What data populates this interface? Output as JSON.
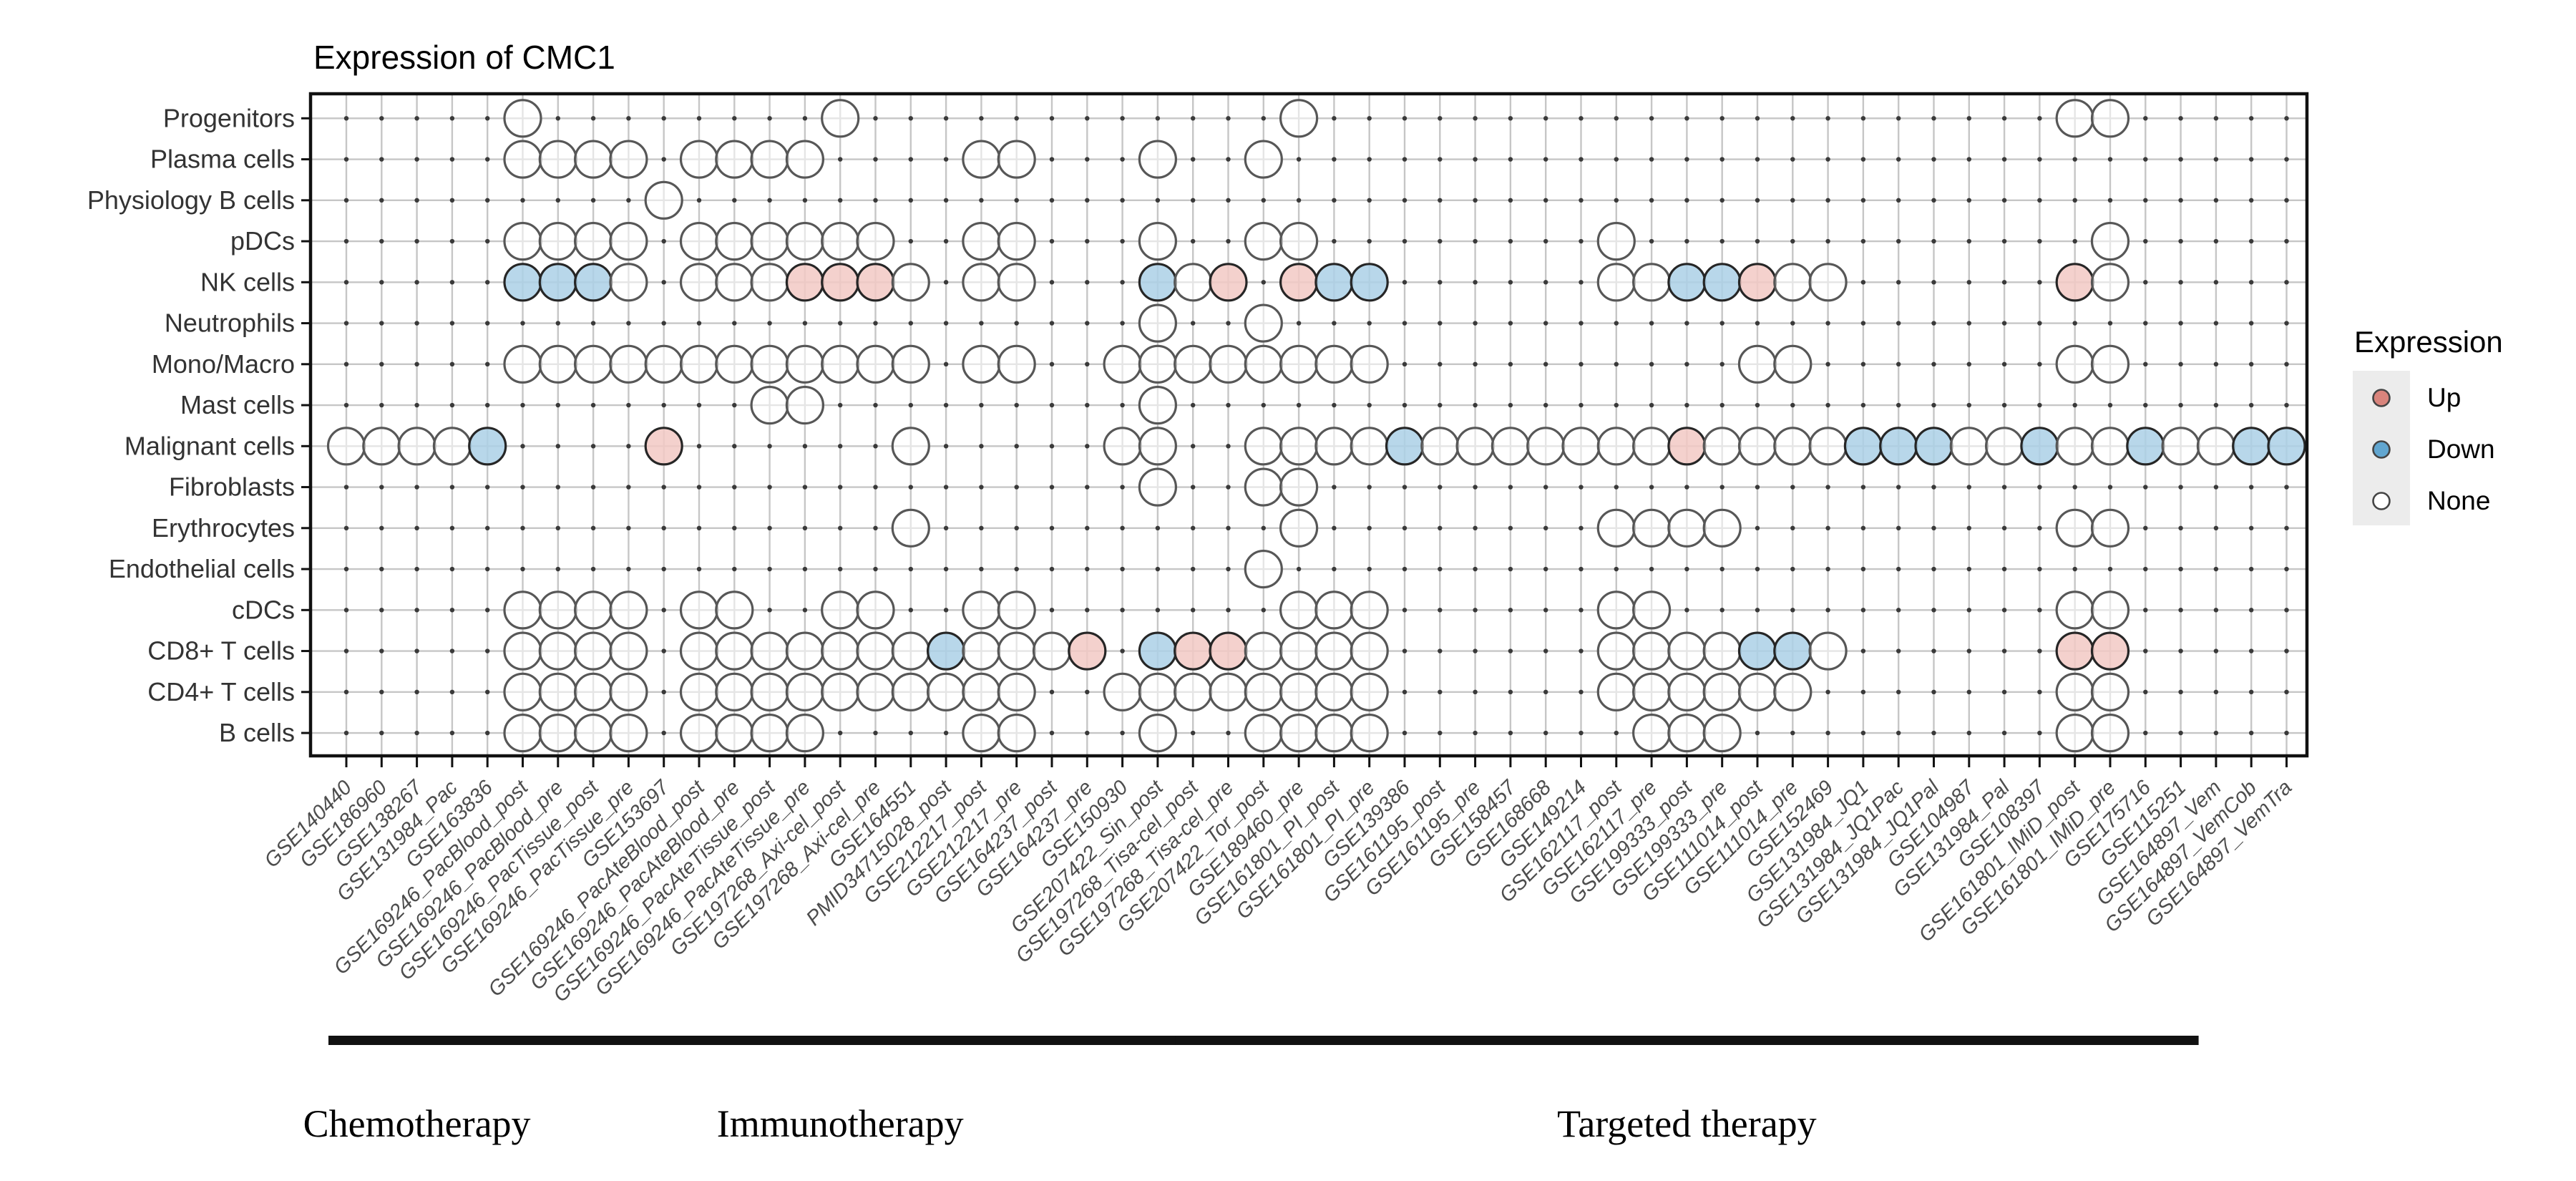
{
  "title": "Expression of CMC1",
  "legend": {
    "title": "Expression",
    "items": [
      {
        "label": "Up",
        "value": "u",
        "color": "#d9847c"
      },
      {
        "label": "Down",
        "value": "d",
        "color": "#61a6d0"
      },
      {
        "label": "None",
        "value": "n",
        "color": "#ffffff"
      }
    ]
  },
  "groups": [
    {
      "label": "Chemotherapy",
      "from": 1,
      "to": 5
    },
    {
      "label": "Immunotherapy",
      "from": 6,
      "to": 24
    },
    {
      "label": "Targeted therapy",
      "from": 25,
      "to": 53
    }
  ],
  "chart_data": {
    "type": "heatmap",
    "subtype": "dot-matrix",
    "state_labels": {
      "n": "None",
      "u": "Up",
      "d": "Down"
    },
    "rows": [
      "Progenitors",
      "Plasma cells",
      "Physiology B cells",
      "pDCs",
      "NK cells",
      "Neutrophils",
      "Mono/Macro",
      "Mast cells",
      "Malignant cells",
      "Fibroblasts",
      "Erythrocytes",
      "Endothelial cells",
      "cDCs",
      "CD8+ T cells",
      "CD4+ T cells",
      "B cells"
    ],
    "cols": [
      "GSE140440",
      "GSE186960",
      "GSE138267",
      "GSE131984_Pac",
      "GSE163836",
      "GSE169246_PacBlood_post",
      "GSE169246_PacBlood_pre",
      "GSE169246_PacTissue_post",
      "GSE169246_PacTissue_pre",
      "GSE153697",
      "GSE169246_PacAteBlood_post",
      "GSE169246_PacAteBlood_pre",
      "GSE169246_PacAteTissue_post",
      "GSE169246_PacAteTissue_pre",
      "GSE197268_Axi-cel_post",
      "GSE197268_Axi-cel_pre",
      "GSE164551",
      "PMID34715028_post",
      "GSE212217_post",
      "GSE212217_pre",
      "GSE164237_post",
      "GSE164237_pre",
      "GSE150930",
      "GSE207422_Sin_post",
      "GSE197268_Tisa-cel_post",
      "GSE197268_Tisa-cel_pre",
      "GSE207422_Tor_post",
      "GSE189460_pre",
      "GSE161801_PI_post",
      "GSE161801_PI_pre",
      "GSE139386",
      "GSE161195_post",
      "GSE161195_pre",
      "GSE158457",
      "GSE168668",
      "GSE149214",
      "GSE162117_post",
      "GSE162117_pre",
      "GSE199333_post",
      "GSE199333_pre",
      "GSE111014_post",
      "GSE111014_pre",
      "GSE152469",
      "GSE131984_JQ1",
      "GSE131984_JQ1Pac",
      "GSE131984_JQ1Pal",
      "GSE104987",
      "GSE131984_Pal",
      "GSE108397",
      "GSE161801_IMiD_post",
      "GSE161801_IMiD_pre",
      "GSE175716",
      "GSE115251",
      "GSE164897_Vem",
      "GSE164897_VemCob",
      "GSE164897_VemTra"
    ],
    "matrix": [
      {
        "row": "Progenitors",
        "cells": [
          [
            6,
            "n"
          ],
          [
            15,
            "n"
          ],
          [
            28,
            "n"
          ],
          [
            50,
            "n"
          ],
          [
            51,
            "n"
          ]
        ]
      },
      {
        "row": "Plasma cells",
        "cells": [
          [
            6,
            "n"
          ],
          [
            7,
            "n"
          ],
          [
            8,
            "n"
          ],
          [
            9,
            "n"
          ],
          [
            11,
            "n"
          ],
          [
            12,
            "n"
          ],
          [
            13,
            "n"
          ],
          [
            14,
            "n"
          ],
          [
            19,
            "n"
          ],
          [
            20,
            "n"
          ],
          [
            24,
            "n"
          ],
          [
            27,
            "n"
          ]
        ]
      },
      {
        "row": "Physiology B cells",
        "cells": [
          [
            10,
            "n"
          ]
        ]
      },
      {
        "row": "pDCs",
        "cells": [
          [
            6,
            "n"
          ],
          [
            7,
            "n"
          ],
          [
            8,
            "n"
          ],
          [
            9,
            "n"
          ],
          [
            11,
            "n"
          ],
          [
            12,
            "n"
          ],
          [
            13,
            "n"
          ],
          [
            14,
            "n"
          ],
          [
            15,
            "n"
          ],
          [
            16,
            "n"
          ],
          [
            19,
            "n"
          ],
          [
            20,
            "n"
          ],
          [
            24,
            "n"
          ],
          [
            27,
            "n"
          ],
          [
            28,
            "n"
          ],
          [
            37,
            "n"
          ],
          [
            51,
            "n"
          ]
        ]
      },
      {
        "row": "NK cells",
        "cells": [
          [
            6,
            "d"
          ],
          [
            7,
            "d"
          ],
          [
            8,
            "d"
          ],
          [
            9,
            "n"
          ],
          [
            11,
            "n"
          ],
          [
            12,
            "n"
          ],
          [
            13,
            "n"
          ],
          [
            14,
            "u"
          ],
          [
            15,
            "u"
          ],
          [
            16,
            "u"
          ],
          [
            17,
            "n"
          ],
          [
            19,
            "n"
          ],
          [
            20,
            "n"
          ],
          [
            24,
            "d"
          ],
          [
            25,
            "n"
          ],
          [
            26,
            "u"
          ],
          [
            28,
            "u"
          ],
          [
            29,
            "d"
          ],
          [
            30,
            "d"
          ],
          [
            37,
            "n"
          ],
          [
            38,
            "n"
          ],
          [
            39,
            "d"
          ],
          [
            40,
            "d"
          ],
          [
            41,
            "u"
          ],
          [
            42,
            "n"
          ],
          [
            43,
            "n"
          ],
          [
            50,
            "u"
          ],
          [
            51,
            "n"
          ]
        ]
      },
      {
        "row": "Neutrophils",
        "cells": [
          [
            24,
            "n"
          ],
          [
            27,
            "n"
          ]
        ]
      },
      {
        "row": "Mono/Macro",
        "cells": [
          [
            6,
            "n"
          ],
          [
            7,
            "n"
          ],
          [
            8,
            "n"
          ],
          [
            9,
            "n"
          ],
          [
            10,
            "n"
          ],
          [
            11,
            "n"
          ],
          [
            12,
            "n"
          ],
          [
            13,
            "n"
          ],
          [
            14,
            "n"
          ],
          [
            15,
            "n"
          ],
          [
            16,
            "n"
          ],
          [
            17,
            "n"
          ],
          [
            19,
            "n"
          ],
          [
            20,
            "n"
          ],
          [
            23,
            "n"
          ],
          [
            24,
            "n"
          ],
          [
            25,
            "n"
          ],
          [
            26,
            "n"
          ],
          [
            27,
            "n"
          ],
          [
            28,
            "n"
          ],
          [
            29,
            "n"
          ],
          [
            30,
            "n"
          ],
          [
            41,
            "n"
          ],
          [
            42,
            "n"
          ],
          [
            50,
            "n"
          ],
          [
            51,
            "n"
          ]
        ]
      },
      {
        "row": "Mast cells",
        "cells": [
          [
            13,
            "n"
          ],
          [
            14,
            "n"
          ],
          [
            24,
            "n"
          ]
        ]
      },
      {
        "row": "Malignant cells",
        "cells": [
          [
            1,
            "n"
          ],
          [
            2,
            "n"
          ],
          [
            3,
            "n"
          ],
          [
            4,
            "n"
          ],
          [
            5,
            "d"
          ],
          [
            10,
            "u"
          ],
          [
            17,
            "n"
          ],
          [
            23,
            "n"
          ],
          [
            24,
            "n"
          ],
          [
            27,
            "n"
          ],
          [
            28,
            "n"
          ],
          [
            29,
            "n"
          ],
          [
            30,
            "n"
          ],
          [
            31,
            "d"
          ],
          [
            32,
            "n"
          ],
          [
            33,
            "n"
          ],
          [
            34,
            "n"
          ],
          [
            35,
            "n"
          ],
          [
            36,
            "n"
          ],
          [
            37,
            "n"
          ],
          [
            38,
            "n"
          ],
          [
            39,
            "u"
          ],
          [
            40,
            "n"
          ],
          [
            41,
            "n"
          ],
          [
            42,
            "n"
          ],
          [
            43,
            "n"
          ],
          [
            44,
            "d"
          ],
          [
            45,
            "d"
          ],
          [
            46,
            "d"
          ],
          [
            47,
            "n"
          ],
          [
            48,
            "n"
          ],
          [
            49,
            "d"
          ],
          [
            50,
            "n"
          ],
          [
            51,
            "n"
          ],
          [
            52,
            "d"
          ],
          [
            53,
            "n"
          ],
          [
            54,
            "n"
          ],
          [
            55,
            "d"
          ],
          [
            56,
            "d"
          ]
        ]
      },
      {
        "row": "Fibroblasts",
        "cells": [
          [
            24,
            "n"
          ],
          [
            27,
            "n"
          ],
          [
            28,
            "n"
          ]
        ]
      },
      {
        "row": "Erythrocytes",
        "cells": [
          [
            17,
            "n"
          ],
          [
            28,
            "n"
          ],
          [
            37,
            "n"
          ],
          [
            38,
            "n"
          ],
          [
            39,
            "n"
          ],
          [
            40,
            "n"
          ],
          [
            50,
            "n"
          ],
          [
            51,
            "n"
          ]
        ]
      },
      {
        "row": "Endothelial cells",
        "cells": [
          [
            27,
            "n"
          ]
        ]
      },
      {
        "row": "cDCs",
        "cells": [
          [
            6,
            "n"
          ],
          [
            7,
            "n"
          ],
          [
            8,
            "n"
          ],
          [
            9,
            "n"
          ],
          [
            11,
            "n"
          ],
          [
            12,
            "n"
          ],
          [
            15,
            "n"
          ],
          [
            16,
            "n"
          ],
          [
            19,
            "n"
          ],
          [
            20,
            "n"
          ],
          [
            28,
            "n"
          ],
          [
            29,
            "n"
          ],
          [
            30,
            "n"
          ],
          [
            37,
            "n"
          ],
          [
            38,
            "n"
          ],
          [
            50,
            "n"
          ],
          [
            51,
            "n"
          ]
        ]
      },
      {
        "row": "CD8+ T cells",
        "cells": [
          [
            6,
            "n"
          ],
          [
            7,
            "n"
          ],
          [
            8,
            "n"
          ],
          [
            9,
            "n"
          ],
          [
            11,
            "n"
          ],
          [
            12,
            "n"
          ],
          [
            13,
            "n"
          ],
          [
            14,
            "n"
          ],
          [
            15,
            "n"
          ],
          [
            16,
            "n"
          ],
          [
            17,
            "n"
          ],
          [
            18,
            "d"
          ],
          [
            19,
            "n"
          ],
          [
            20,
            "n"
          ],
          [
            21,
            "n"
          ],
          [
            22,
            "u"
          ],
          [
            24,
            "d"
          ],
          [
            25,
            "u"
          ],
          [
            26,
            "u"
          ],
          [
            27,
            "n"
          ],
          [
            28,
            "n"
          ],
          [
            29,
            "n"
          ],
          [
            30,
            "n"
          ],
          [
            37,
            "n"
          ],
          [
            38,
            "n"
          ],
          [
            39,
            "n"
          ],
          [
            40,
            "n"
          ],
          [
            41,
            "d"
          ],
          [
            42,
            "d"
          ],
          [
            43,
            "n"
          ],
          [
            50,
            "u"
          ],
          [
            51,
            "u"
          ]
        ]
      },
      {
        "row": "CD4+ T cells",
        "cells": [
          [
            6,
            "n"
          ],
          [
            7,
            "n"
          ],
          [
            8,
            "n"
          ],
          [
            9,
            "n"
          ],
          [
            11,
            "n"
          ],
          [
            12,
            "n"
          ],
          [
            13,
            "n"
          ],
          [
            14,
            "n"
          ],
          [
            15,
            "n"
          ],
          [
            16,
            "n"
          ],
          [
            17,
            "n"
          ],
          [
            18,
            "n"
          ],
          [
            19,
            "n"
          ],
          [
            20,
            "n"
          ],
          [
            23,
            "n"
          ],
          [
            24,
            "n"
          ],
          [
            25,
            "n"
          ],
          [
            26,
            "n"
          ],
          [
            27,
            "n"
          ],
          [
            28,
            "n"
          ],
          [
            29,
            "n"
          ],
          [
            30,
            "n"
          ],
          [
            37,
            "n"
          ],
          [
            38,
            "n"
          ],
          [
            39,
            "n"
          ],
          [
            40,
            "n"
          ],
          [
            41,
            "n"
          ],
          [
            42,
            "n"
          ],
          [
            50,
            "n"
          ],
          [
            51,
            "n"
          ]
        ]
      },
      {
        "row": "B cells",
        "cells": [
          [
            6,
            "n"
          ],
          [
            7,
            "n"
          ],
          [
            8,
            "n"
          ],
          [
            9,
            "n"
          ],
          [
            11,
            "n"
          ],
          [
            12,
            "n"
          ],
          [
            13,
            "n"
          ],
          [
            14,
            "n"
          ],
          [
            19,
            "n"
          ],
          [
            20,
            "n"
          ],
          [
            24,
            "n"
          ],
          [
            27,
            "n"
          ],
          [
            28,
            "n"
          ],
          [
            29,
            "n"
          ],
          [
            30,
            "n"
          ],
          [
            38,
            "n"
          ],
          [
            39,
            "n"
          ],
          [
            40,
            "n"
          ],
          [
            50,
            "n"
          ],
          [
            51,
            "n"
          ]
        ]
      }
    ]
  },
  "colors": {
    "up_fill": "#f2c9c4",
    "down_fill": "#abd0e6",
    "none_fill": "#ffffff",
    "circle_stroke_none": "#575757",
    "circle_stroke_colored": "#262626",
    "grid": "#c6c6c6",
    "intersection_dot": "#3a3a3a",
    "panel_border": "#111111",
    "legend_strip": "#ececec",
    "group_bar": "#111111"
  }
}
